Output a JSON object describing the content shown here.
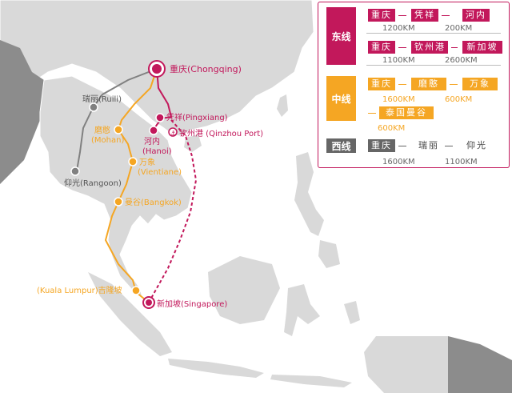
{
  "colors": {
    "sea": "#ffffff",
    "land": "#d9d9d9",
    "land_dark": "#8c8c8c",
    "east_route": "#c2185b",
    "middle_route": "#f5a623",
    "west_route": "#808080"
  },
  "map": {
    "labels": {
      "chongqing": "重庆(Chongqing)",
      "ruili": "瑞丽(Ruili)",
      "mohan_cn": "磨憨",
      "mohan_en": "(Mohan)",
      "pingxiang": "凭祥(Pingxiang)",
      "hanoi_cn": "河内",
      "hanoi_en": "(Hanoi)",
      "qinzhou": "钦州港 (Qinzhou Port)",
      "vientiane_cn": "万象",
      "vientiane_en": "(Vientiane)",
      "rangoon": "仰光(Rangoon)",
      "bangkok": "曼谷(Bangkok)",
      "kuala_lumpur": "(Kuala Lumpur)吉隆坡",
      "singapore": "新加坡(Singapore)"
    }
  },
  "legend": {
    "east": {
      "label": "东线",
      "row1": {
        "stops": [
          "重庆",
          "凭祥",
          "河内"
        ],
        "distances": [
          "1200KM",
          "200KM"
        ]
      },
      "row2": {
        "stops": [
          "重庆",
          "钦州港",
          "新加坡"
        ],
        "distances": [
          "1100KM",
          "2600KM"
        ]
      }
    },
    "middle": {
      "label": "中线",
      "row1": {
        "stops": [
          "重庆",
          "磨憨",
          "万象"
        ],
        "distances": [
          "1600KM",
          "600KM"
        ]
      },
      "row2": {
        "stops": [
          "泰国曼谷"
        ],
        "distances": [
          "600KM"
        ]
      }
    },
    "west": {
      "label": "西线",
      "row1": {
        "stops": [
          "重庆",
          "瑞丽",
          "仰光"
        ],
        "distances": [
          "1600KM",
          "1100KM"
        ]
      }
    }
  }
}
